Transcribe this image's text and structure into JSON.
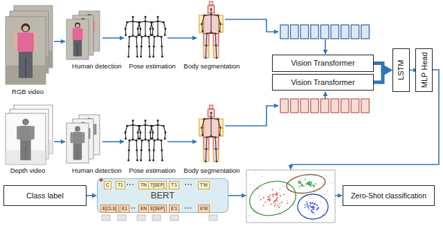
{
  "diagram": {
    "nodes": [
      {
        "text": [
          "Vision Transformer"
        ]
      },
      {
        "text": [
          "Vision Transformer"
        ]
      },
      {
        "text": [
          "LSTM"
        ]
      },
      {
        "text": [
          "MLP Head"
        ]
      },
      {
        "text": [
          "Class label"
        ]
      },
      {
        "text": [
          "BERT"
        ]
      },
      {
        "text": [
          "Zero-Shot classification"
        ]
      }
    ],
    "edges": [
      {
        "from": 0,
        "to": 2,
        "arrow": "to"
      },
      {
        "from": 1,
        "to": 2,
        "arrow": "to"
      },
      {
        "from": 2,
        "to": 3,
        "arrow": "to"
      },
      {
        "from": 4,
        "to": 5,
        "arrow": "to"
      }
    ],
    "labels": [
      "RGB video",
      "Human detection",
      "Pose estimation",
      "Body segmentation",
      "Depth video",
      "Human detection",
      "Pose estimation",
      "Body segmentation",
      "C",
      "T1",
      "TN",
      "T[SEP]",
      "T'1",
      "T'M",
      "E[CLS]",
      "E1",
      "EN",
      "E[SEP]",
      "E'1",
      "E'M"
    ]
  }
}
